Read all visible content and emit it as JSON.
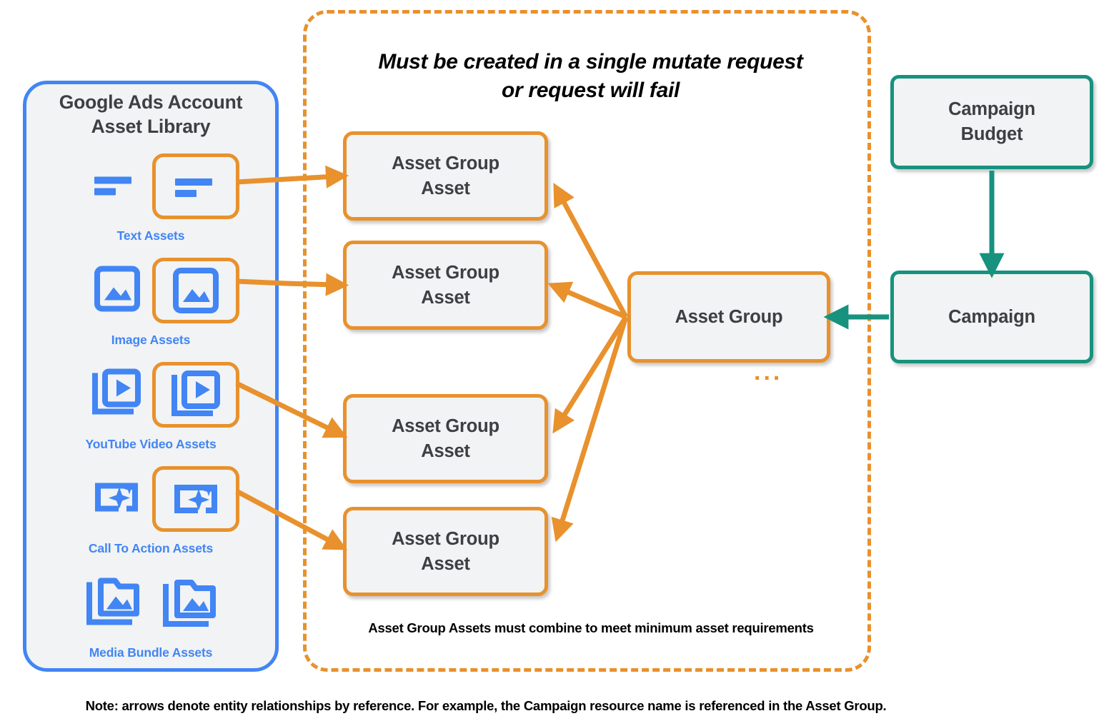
{
  "colors": {
    "blue": "#4285f4",
    "orange": "#e8912d",
    "teal": "#17927f",
    "node_fill": "#f1f3f4",
    "text_dark": "#3c4043",
    "black": "#000000"
  },
  "asset_library": {
    "title": "Google Ads Account\nAsset Library",
    "title_line1": "Google Ads Account",
    "title_line2": "Asset Library",
    "items": [
      {
        "label": "Text Assets",
        "icon": "text-lines-icon",
        "highlighted": true
      },
      {
        "label": "Image Assets",
        "icon": "image-icon",
        "highlighted": true
      },
      {
        "label": "YouTube Video  Assets",
        "icon": "video-stack-icon",
        "highlighted": true
      },
      {
        "label": "Call To Action Assets",
        "icon": "cta-sparkle-icon",
        "highlighted": true
      },
      {
        "label": "Media Bundle  Assets",
        "icon": "media-bundle-icon",
        "highlighted": false
      }
    ]
  },
  "mutate_region": {
    "title_line1": "Must be created in a single mutate request",
    "title_line2": "or request will fail",
    "footnote": "Asset Group Assets must combine to meet minimum asset requirements",
    "ellipsis": "...",
    "asset_group_assets": [
      {
        "line1": "Asset Group",
        "line2": "Asset"
      },
      {
        "line1": "Asset Group",
        "line2": "Asset"
      },
      {
        "line1": "Asset Group",
        "line2": "Asset"
      },
      {
        "line1": "Asset Group",
        "line2": "Asset"
      }
    ]
  },
  "nodes": {
    "asset_group": "Asset Group",
    "campaign_budget_line1": "Campaign",
    "campaign_budget_line2": "Budget",
    "campaign": "Campaign"
  },
  "bottom_note": "Note: arrows denote entity relationships by reference. For example, the Campaign resource name is referenced in the Asset Group."
}
